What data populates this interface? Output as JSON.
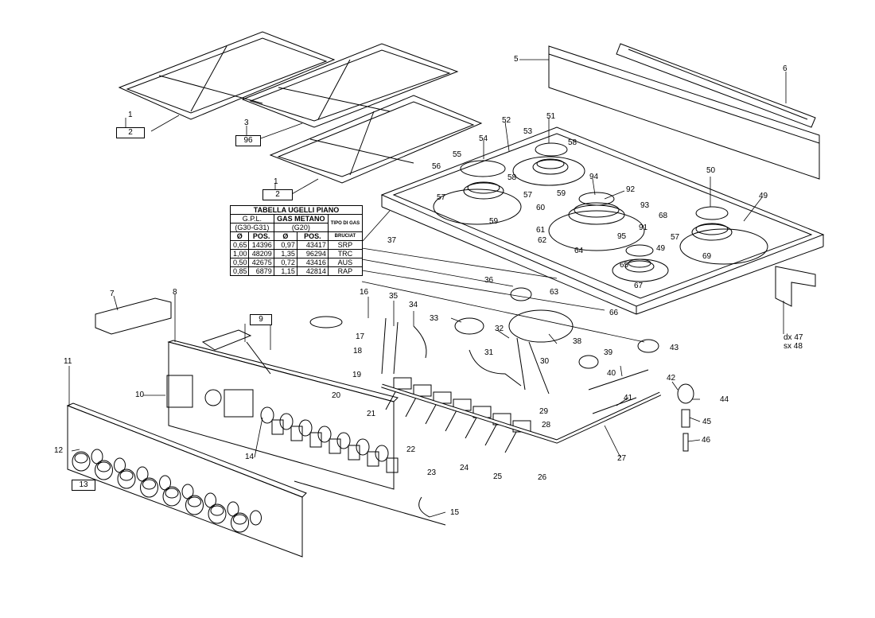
{
  "diagram": {
    "part_numbers": [
      "1",
      "2",
      "3",
      "96",
      "1",
      "2",
      "5",
      "6",
      "7",
      "8",
      "9",
      "10",
      "11",
      "12",
      "13",
      "14",
      "15",
      "16",
      "17",
      "18",
      "19",
      "20",
      "21",
      "22",
      "23",
      "24",
      "25",
      "26",
      "27",
      "28",
      "29",
      "30",
      "31",
      "32",
      "33",
      "34",
      "35",
      "36",
      "37",
      "38",
      "39",
      "40",
      "41",
      "42",
      "43",
      "44",
      "45",
      "46",
      "49",
      "50",
      "51",
      "52",
      "53",
      "54",
      "55",
      "56",
      "57",
      "58",
      "58",
      "59",
      "59",
      "60",
      "61",
      "62",
      "63",
      "64",
      "65",
      "66",
      "67",
      "68",
      "69",
      "91",
      "92",
      "93",
      "94",
      "95",
      "49",
      "57",
      "57",
      "57",
      "59",
      "69",
      "dx 47",
      "sx 48"
    ],
    "table": {
      "title": "TABELLA UGELLI PIANO",
      "gpl_header": "G.P.L.",
      "gpl_sub": "(G30-G31)",
      "metano_header": "GAS METANO",
      "metano_sub": "(G20)",
      "tipo_header": "TIPO DI GAS",
      "bruciat_header": "BRUCIAT",
      "col_diam": "Ø",
      "col_pos": "POS.",
      "rows": [
        {
          "d1": "0,65",
          "p1": "14396",
          "d2": "0,97",
          "p2": "43417",
          "b": "SRP"
        },
        {
          "d1": "1,00",
          "p1": "48209",
          "d2": "1,35",
          "p2": "96294",
          "b": "TRC"
        },
        {
          "d1": "0,50",
          "p1": "42675",
          "d2": "0,72",
          "p2": "43416",
          "b": "AUS"
        },
        {
          "d1": "0,85",
          "p1": "6879",
          "d2": "1,15",
          "p2": "42814",
          "b": "RAP"
        }
      ]
    }
  }
}
